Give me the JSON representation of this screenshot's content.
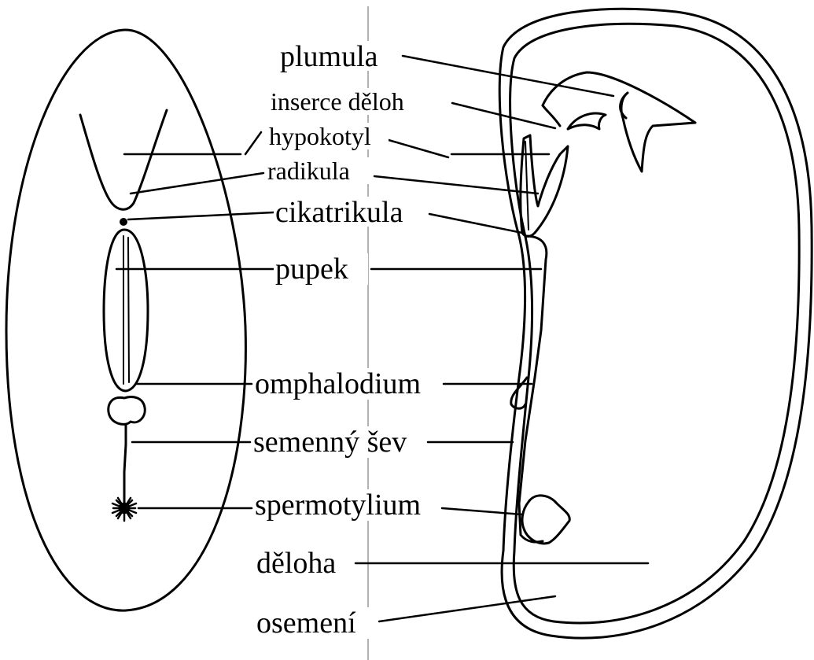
{
  "labels": {
    "plumula": "plumula",
    "inserce_deloh": "inserce děloh",
    "hypokotyl": "hypokotyl",
    "radikula": "radikula",
    "cikatrikula": "cikatrikula",
    "pupek": "pupek",
    "omphalodium": "omphalodium",
    "semenny_sev": "semenný šev",
    "spermotylium": "spermotylium",
    "deloha": "děloha",
    "osemeni": "osemení"
  }
}
